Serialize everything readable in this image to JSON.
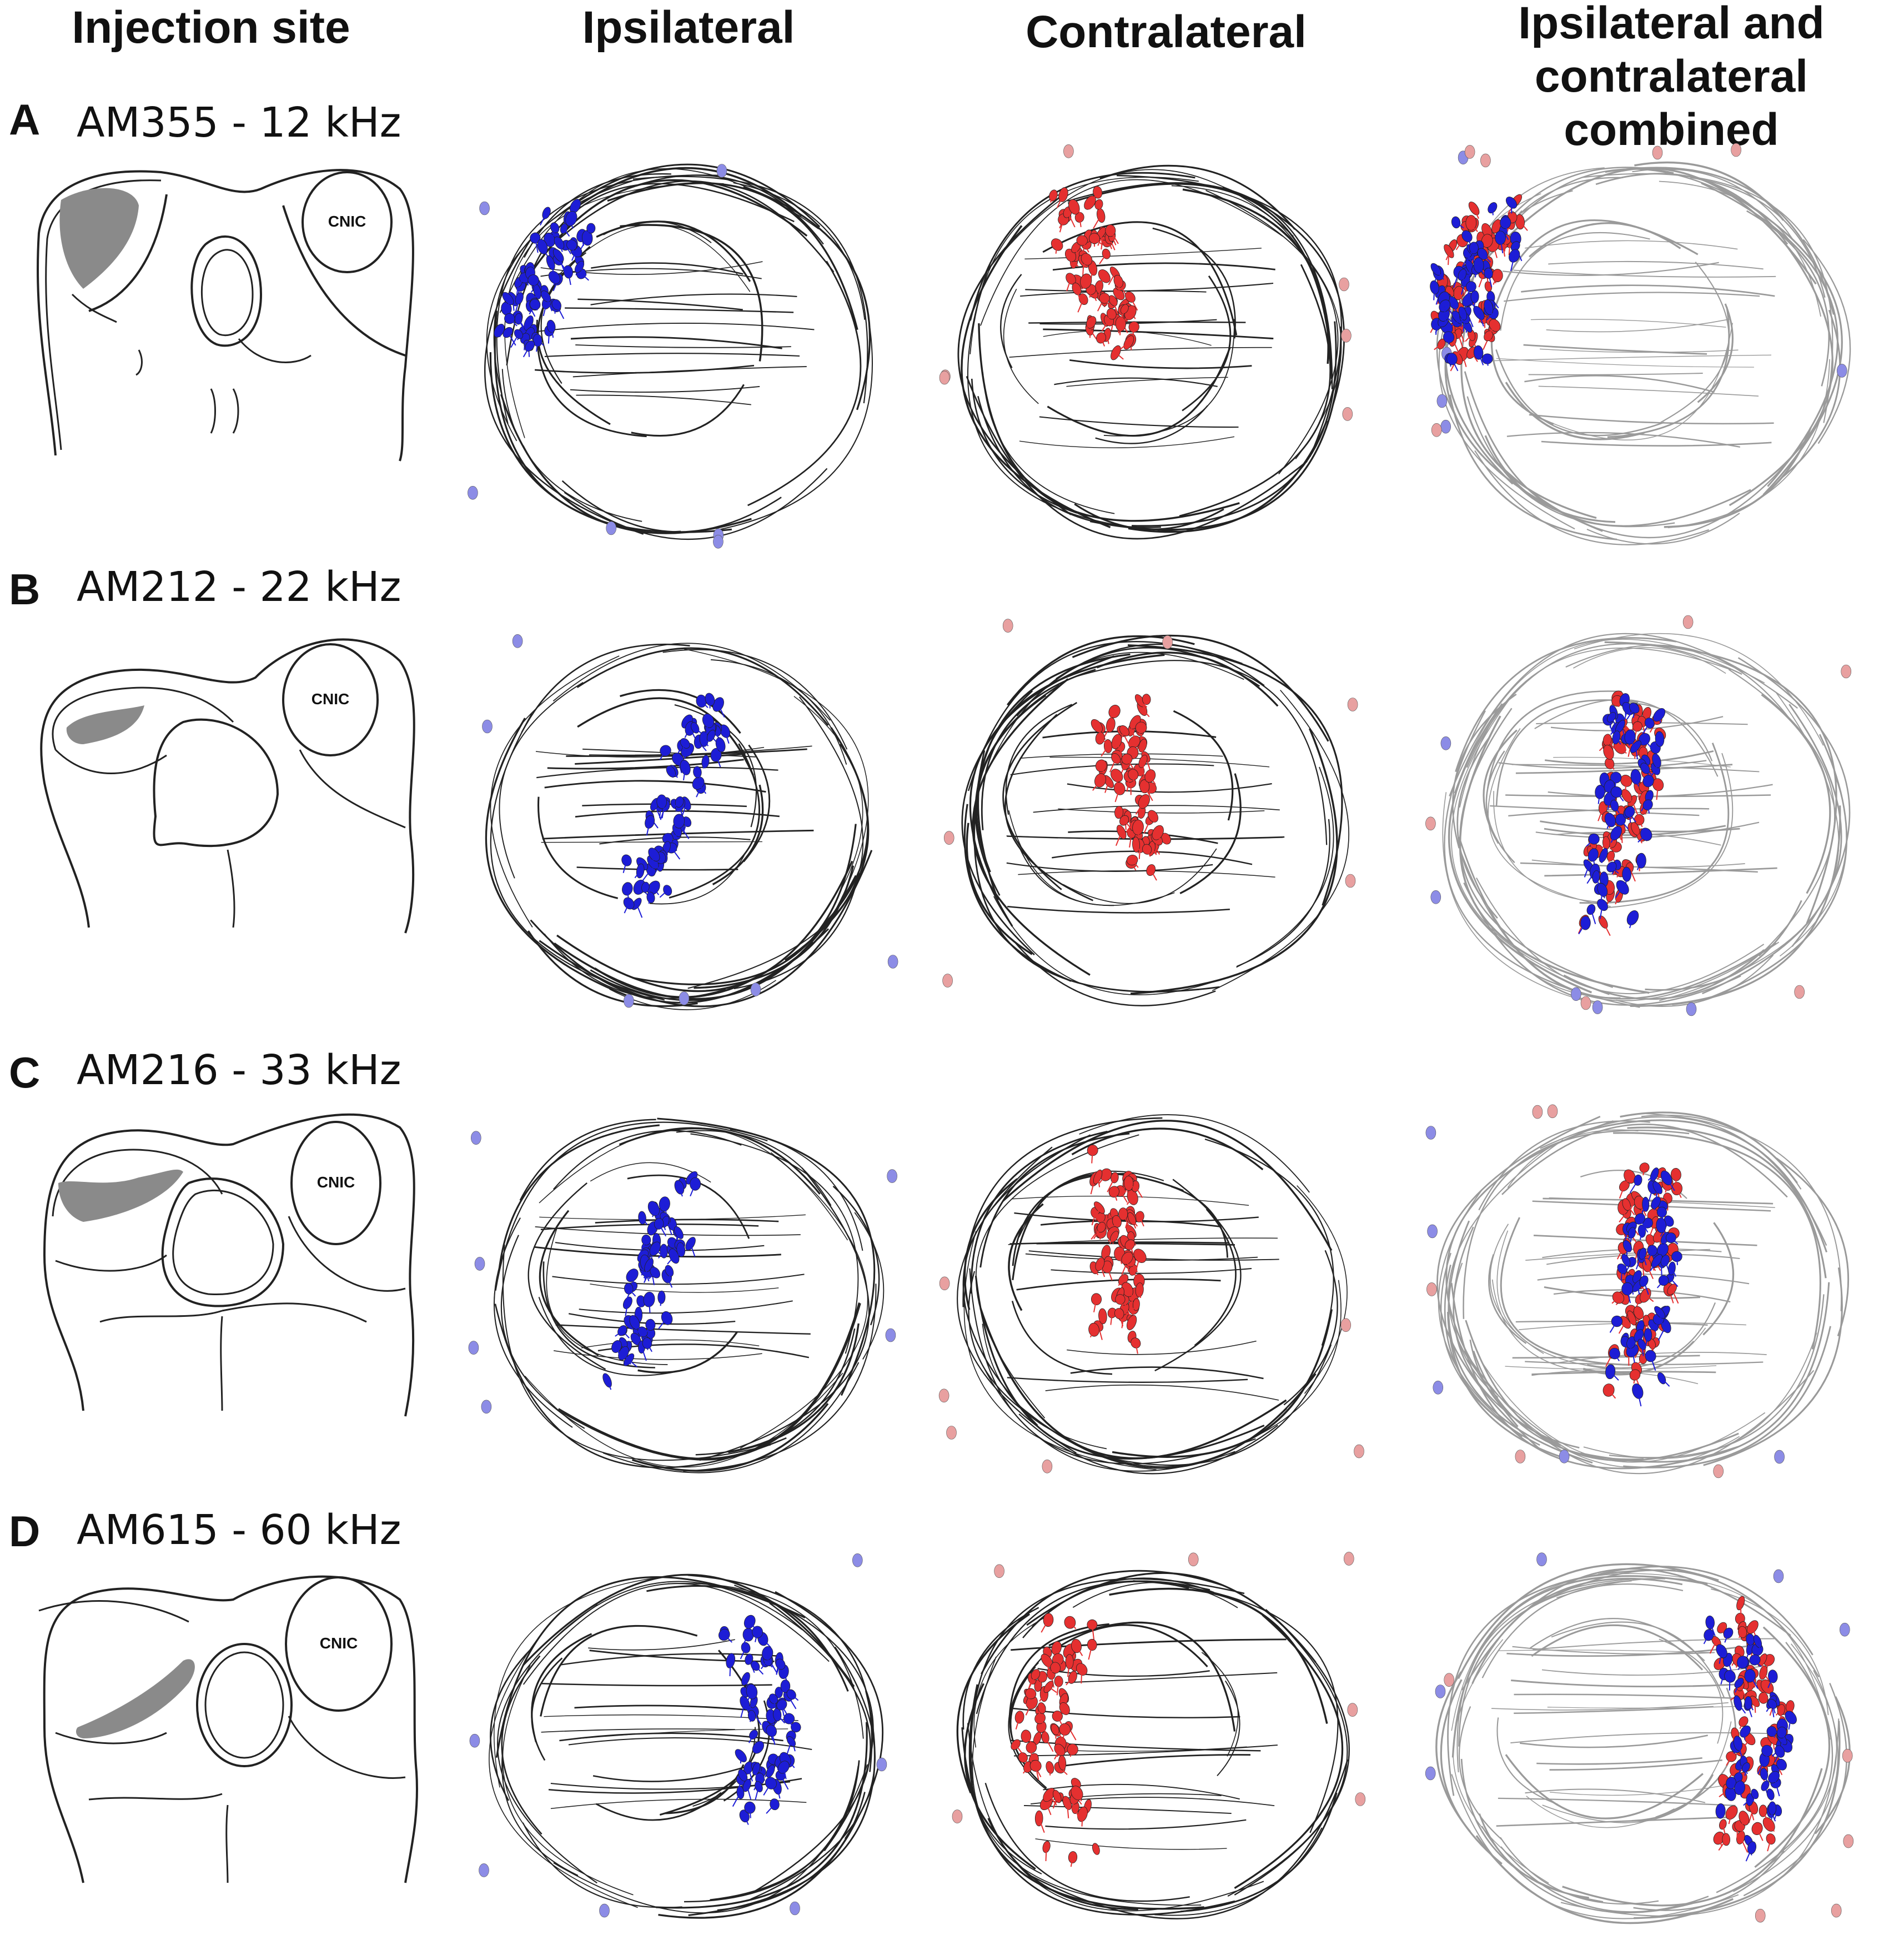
{
  "columns": {
    "injection": "Injection site",
    "ipsi": "Ipsilateral",
    "contra": "Contralateral",
    "combined_l1": "Ipsilateral and",
    "combined_l2": "contralateral",
    "combined_l3": "combined"
  },
  "rows": [
    {
      "letter": "A",
      "label": "AM355 - 12 kHz",
      "cnic": "CNIC"
    },
    {
      "letter": "B",
      "label": "AM212 - 22 kHz",
      "cnic": "CNIC"
    },
    {
      "letter": "C",
      "label": "AM216 - 33 kHz",
      "cnic": "CNIC"
    },
    {
      "letter": "D",
      "label": "AM615 - 60 kHz",
      "cnic": "CNIC"
    }
  ],
  "colors": {
    "ipsilateral": "#1d1dd6",
    "contralateral": "#e53030",
    "ipsilateral_faint": "#8c8ce6",
    "contralateral_faint": "#e8a0a0",
    "injection_site": "#8a8a8a",
    "outline": "#222222",
    "combined_outline": "#9a9a9a"
  }
}
